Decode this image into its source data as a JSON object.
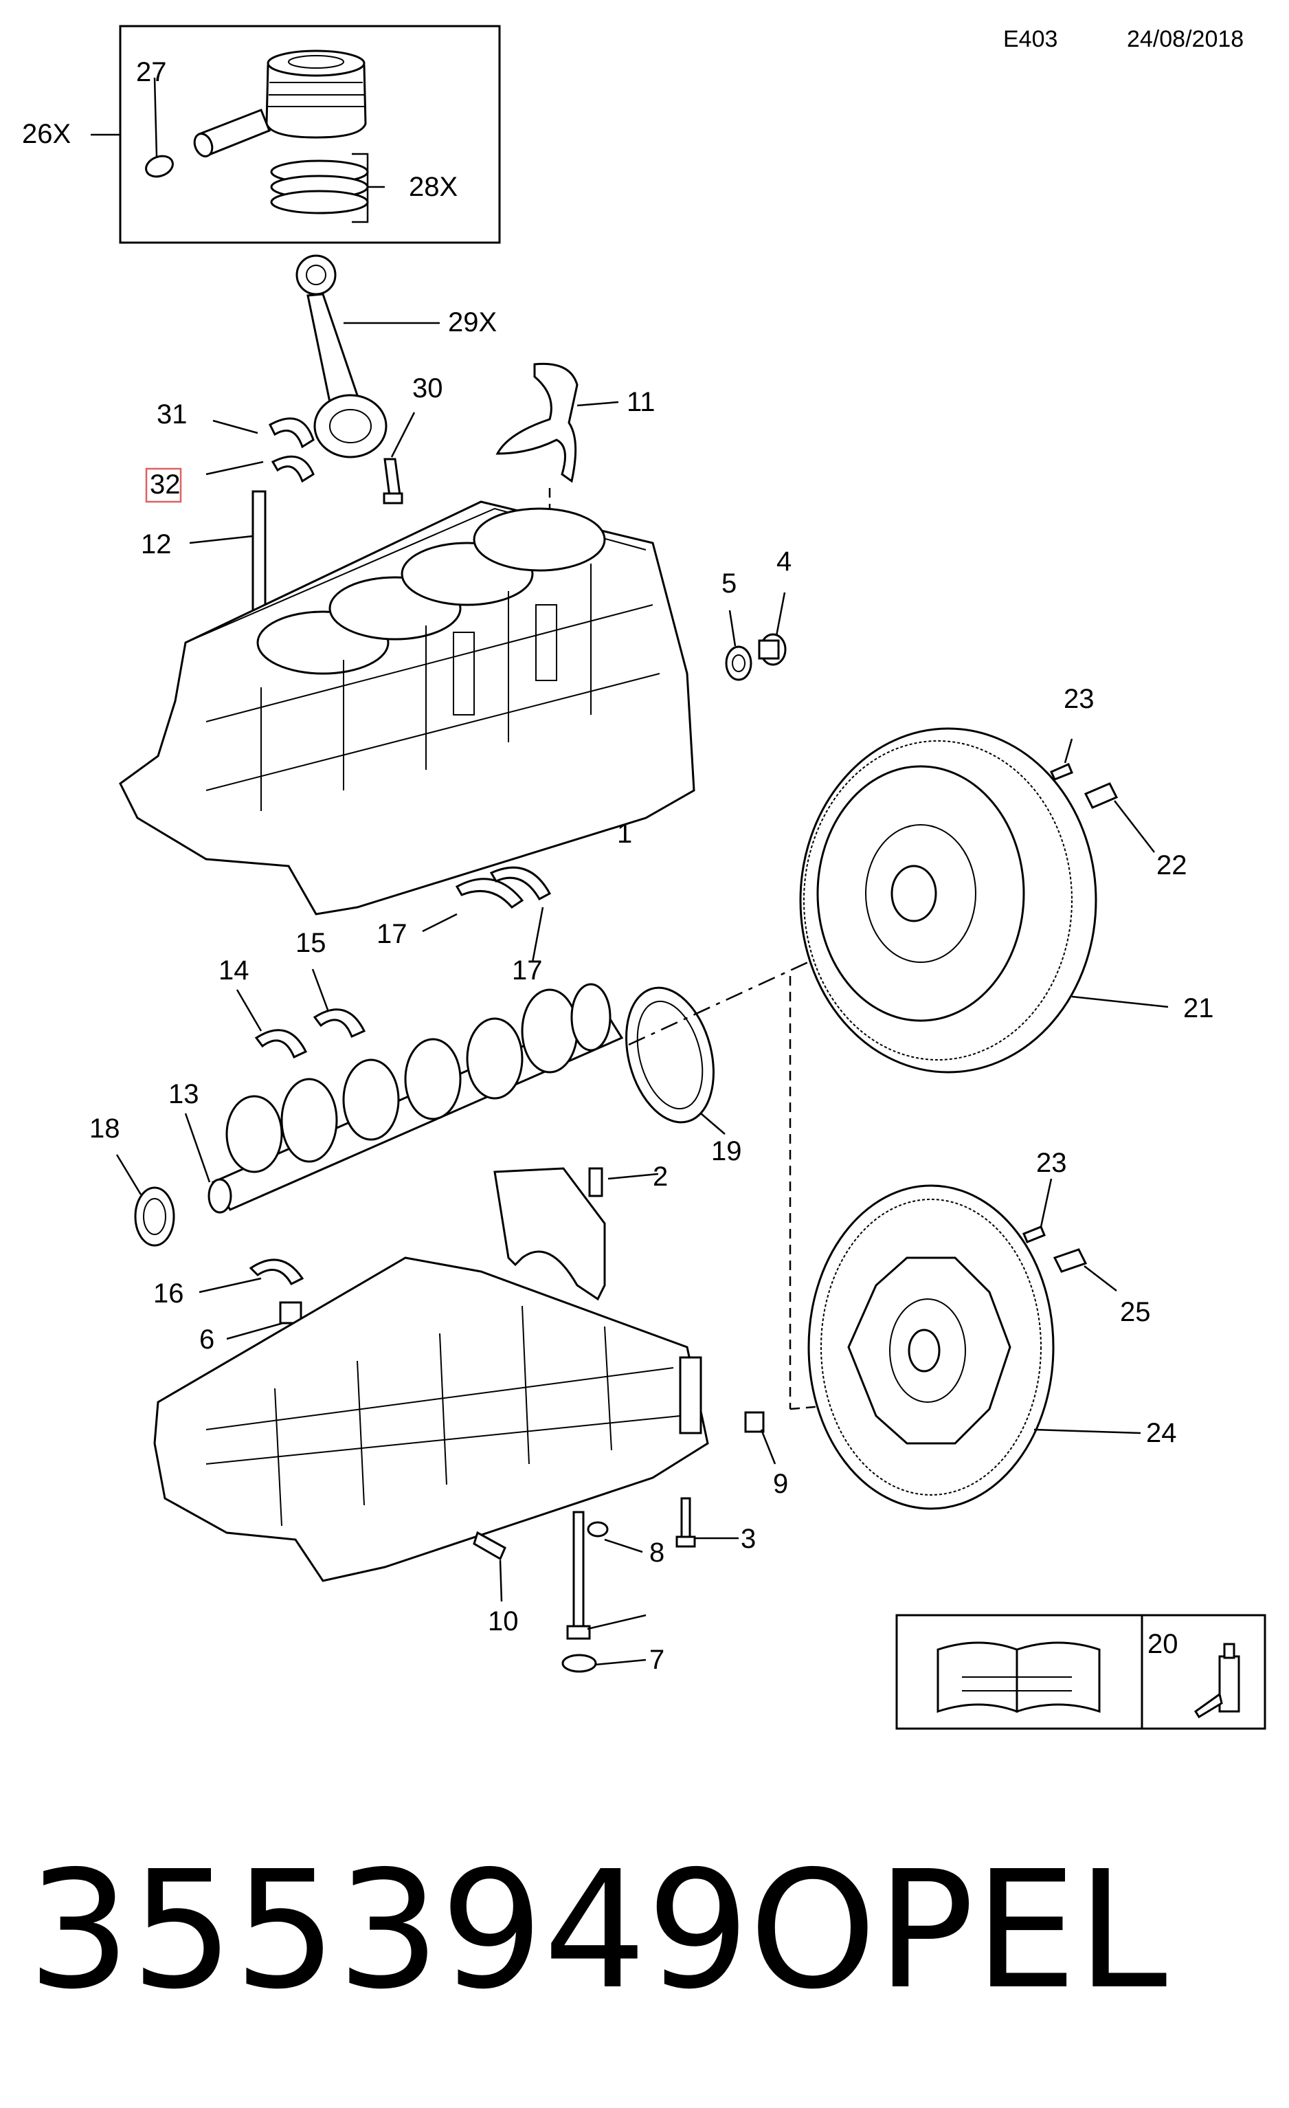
{
  "header": {
    "code": "E403",
    "date": "24/08/2018"
  },
  "labels": {
    "l1": "1",
    "l2": "2",
    "l3": "3",
    "l4": "4",
    "l5": "5",
    "l6": "6",
    "l7": "7",
    "l8": "8",
    "l9": "9",
    "l10": "10",
    "l11": "11",
    "l12": "12",
    "l13": "13",
    "l14": "14",
    "l15": "15",
    "l16": "16",
    "l17a": "17",
    "l17b": "17",
    "l18": "18",
    "l19": "19",
    "l20": "20",
    "l21": "21",
    "l22": "22",
    "l23a": "23",
    "l23b": "23",
    "l24": "24",
    "l25": "25",
    "l26x": "26X",
    "l27": "27",
    "l28x": "28X",
    "l29x": "29X",
    "l30": "30",
    "l31": "31",
    "l32": "32"
  },
  "footer": {
    "part_number": "3553949",
    "brand": "OPEL"
  },
  "highlight": {
    "color": "#e06060"
  }
}
